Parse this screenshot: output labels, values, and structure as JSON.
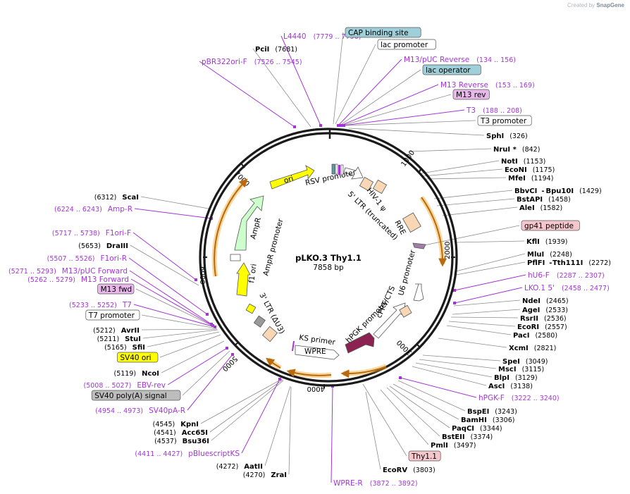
{
  "credit": {
    "prefix": "Created by",
    "brand": "SnapGene"
  },
  "plasmid": {
    "name": "pLKO.3 Thy1.1",
    "size": "7858 bp"
  },
  "ticks": [
    "1000",
    "2000",
    "3000",
    "4000",
    "5000",
    "6000",
    "7000"
  ],
  "labels": {
    "L4440": {
      "name": "L4440",
      "range": "(7779 .. 7796)"
    },
    "PciI": {
      "name": "PciI",
      "pos": "(7681)"
    },
    "pBR322oriF": {
      "name": "pBR322ori-F",
      "range": "(7526 .. 7545)"
    },
    "CAP": "CAP binding site",
    "lacPromoter": "lac promoter",
    "M13pUCRev": {
      "name": "M13/pUC Reverse",
      "range": "(134 .. 156)"
    },
    "lacOperator": "lac operator",
    "M13Rev": {
      "name": "M13 Reverse",
      "range": "(153 .. 169)"
    },
    "M13rev": "M13 rev",
    "T3": {
      "name": "T3",
      "range": "(188 .. 208)"
    },
    "T3promoter": "T3 promoter",
    "SphI": {
      "name": "SphI",
      "pos": "(326)"
    },
    "NruI": {
      "name": "NruI *",
      "pos": "(842)"
    },
    "NotI": {
      "name": "NotI",
      "pos": "(1153)"
    },
    "EcoNI": {
      "name": "EcoNI",
      "pos": "(1175)"
    },
    "MfeI": {
      "name": "MfeI",
      "pos": "(1194)"
    },
    "BbvCI": {
      "name": "BbvCI",
      "sep": "-",
      "name2": "Bpu10I",
      "pos": "(1429)"
    },
    "BstAPI": {
      "name": "BstAPI",
      "pos": "(1458)"
    },
    "AleI": {
      "name": "AleI",
      "pos": "(1582)"
    },
    "gp41": "gp41 peptide",
    "KflI": {
      "name": "KflI",
      "pos": "(1939)"
    },
    "MluI": {
      "name": "MluI",
      "pos": "(2248)"
    },
    "PflFI": {
      "name": "PflFI",
      "sep": "-",
      "name2": "Tth111I",
      "pos": "(2272)"
    },
    "hU6F": {
      "name": "hU6-F",
      "range": "(2287 .. 2307)"
    },
    "LKO15": {
      "name": "LKO.1 5'",
      "range": "(2458 .. 2477)"
    },
    "NdeI": {
      "name": "NdeI",
      "pos": "(2465)"
    },
    "AgeI": {
      "name": "AgeI",
      "pos": "(2533)"
    },
    "RsrII": {
      "name": "RsrII",
      "pos": "(2536)"
    },
    "EcoRI": {
      "name": "EcoRI",
      "pos": "(2557)"
    },
    "PacI": {
      "name": "PacI",
      "pos": "(2580)"
    },
    "XcmI": {
      "name": "XcmI",
      "pos": "(2821)"
    },
    "SpeI": {
      "name": "SpeI",
      "pos": "(3049)"
    },
    "MscI": {
      "name": "MscI",
      "pos": "(3115)"
    },
    "BlpI": {
      "name": "BlpI",
      "pos": "(3129)"
    },
    "AscI": {
      "name": "AscI",
      "pos": "(3138)"
    },
    "hPGKF": {
      "name": "hPGK-F",
      "range": "(3222 .. 3240)"
    },
    "BspEI": {
      "name": "BspEI",
      "pos": "(3243)"
    },
    "BamHI": {
      "name": "BamHI",
      "pos": "(3306)"
    },
    "PaqCI": {
      "name": "PaqCI",
      "pos": "(3344)"
    },
    "BstEII": {
      "name": "BstEII",
      "pos": "(3374)"
    },
    "PmlI": {
      "name": "PmlI",
      "pos": "(3497)"
    },
    "Thy11": "Thy1.1",
    "EcoRV": {
      "name": "EcoRV",
      "pos": "(3803)"
    },
    "WPRER": {
      "name": "WPRE-R",
      "range": "(3872 .. 3892)"
    },
    "ScaI": {
      "name": "ScaI",
      "pos": "(6312)"
    },
    "AmpR": {
      "name": "Amp-R",
      "range": "(6224 .. 6243)"
    },
    "F1oriF": {
      "name": "F1ori-F",
      "range": "(5717 .. 5738)"
    },
    "DraIII": {
      "name": "DraIII",
      "pos": "(5653)"
    },
    "F1oriR": {
      "name": "F1ori-R",
      "range": "(5507 .. 5526)"
    },
    "M13pUCFwd": {
      "name": "M13/pUC Forward",
      "range": "(5271 .. 5293)"
    },
    "M13Fwd": {
      "name": "M13 Forward",
      "range": "(5262 .. 5279)"
    },
    "M13fwd": "M13 fwd",
    "T7": {
      "name": "T7",
      "range": "(5233 .. 5252)"
    },
    "T7promoter": "T7 promoter",
    "AvrII": {
      "name": "AvrII",
      "pos": "(5212)"
    },
    "StuI": {
      "name": "StuI",
      "pos": "(5211)"
    },
    "SfiI": {
      "name": "SfiI",
      "pos": "(5165)"
    },
    "SV40ori": "SV40 ori",
    "NcoI": {
      "name": "NcoI",
      "pos": "(5119)"
    },
    "EBVrev": {
      "name": "EBV-rev",
      "range": "(5008 .. 5027)"
    },
    "SV40polyA": "SV40 poly(A) signal",
    "SV40pAR": {
      "name": "SV40pA-R",
      "range": "(4954 .. 4973)"
    },
    "KpnI": {
      "name": "KpnI",
      "pos": "(4545)"
    },
    "Acc65I": {
      "name": "Acc65I",
      "pos": "(4541)"
    },
    "Bsu36I": {
      "name": "Bsu36I",
      "pos": "(4537)"
    },
    "pBluescriptKS": {
      "name": "pBluescriptKS",
      "range": "(4411 .. 4427)"
    },
    "AatII": {
      "name": "AatII",
      "pos": "(4272)"
    },
    "ZraI": {
      "name": "ZraI",
      "pos": "(4270)"
    }
  },
  "features": {
    "rsv": "RSV promoter",
    "ltr5": "5' LTR (truncated)",
    "hiv": "HIV-1 ψ",
    "rre": "RRE",
    "u6": "U6 promoter",
    "cppt": "cPPT/CTS",
    "hpgk": "hPGK promoter",
    "ks": "KS primer",
    "wpre": "WPRE",
    "ltr3": "3' LTR (ΔU3)",
    "f1": "f1 ori",
    "ampprom": "AmpR promoter",
    "ampr": "AmpR",
    "ori": "ori"
  },
  "colors": {
    "purple": "#a335d6",
    "ori": "#ffff00",
    "ampr": "#ccffcc",
    "tan": "#f9d7b4",
    "thy": "#8b2252",
    "orf": "#f5a623"
  }
}
